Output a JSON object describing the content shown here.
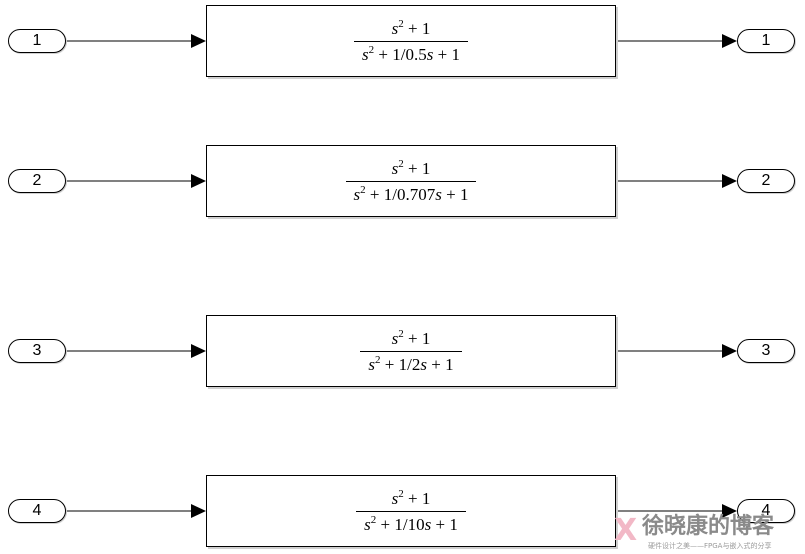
{
  "diagram": {
    "rows": [
      {
        "in_port": "1",
        "out_port": "1",
        "tf": {
          "num_var": "s",
          "num_exp": "2",
          "num_rest": " + 1",
          "den_var": "s",
          "den_exp": "2",
          "den_mid": " + 1/0.5",
          "den_var2": "s",
          "den_rest": " + 1"
        }
      },
      {
        "in_port": "2",
        "out_port": "2",
        "tf": {
          "num_var": "s",
          "num_exp": "2",
          "num_rest": " + 1",
          "den_var": "s",
          "den_exp": "2",
          "den_mid": " + 1/0.707",
          "den_var2": "s",
          "den_rest": " + 1"
        }
      },
      {
        "in_port": "3",
        "out_port": "3",
        "tf": {
          "num_var": "s",
          "num_exp": "2",
          "num_rest": " + 1",
          "den_var": "s",
          "den_exp": "2",
          "den_mid": " + 1/2",
          "den_var2": "s",
          "den_rest": " + 1"
        }
      },
      {
        "in_port": "4",
        "out_port": "4",
        "tf": {
          "num_var": "s",
          "num_exp": "2",
          "num_rest": " + 1",
          "den_var": "s",
          "den_exp": "2",
          "den_mid": " + 1/10",
          "den_var2": "s",
          "den_rest": " + 1"
        }
      }
    ]
  },
  "watermark": {
    "mark": "X",
    "title": "徐晓康的博客",
    "subtitle": "硬件设计之美——FPGA与嵌入式的分享"
  }
}
